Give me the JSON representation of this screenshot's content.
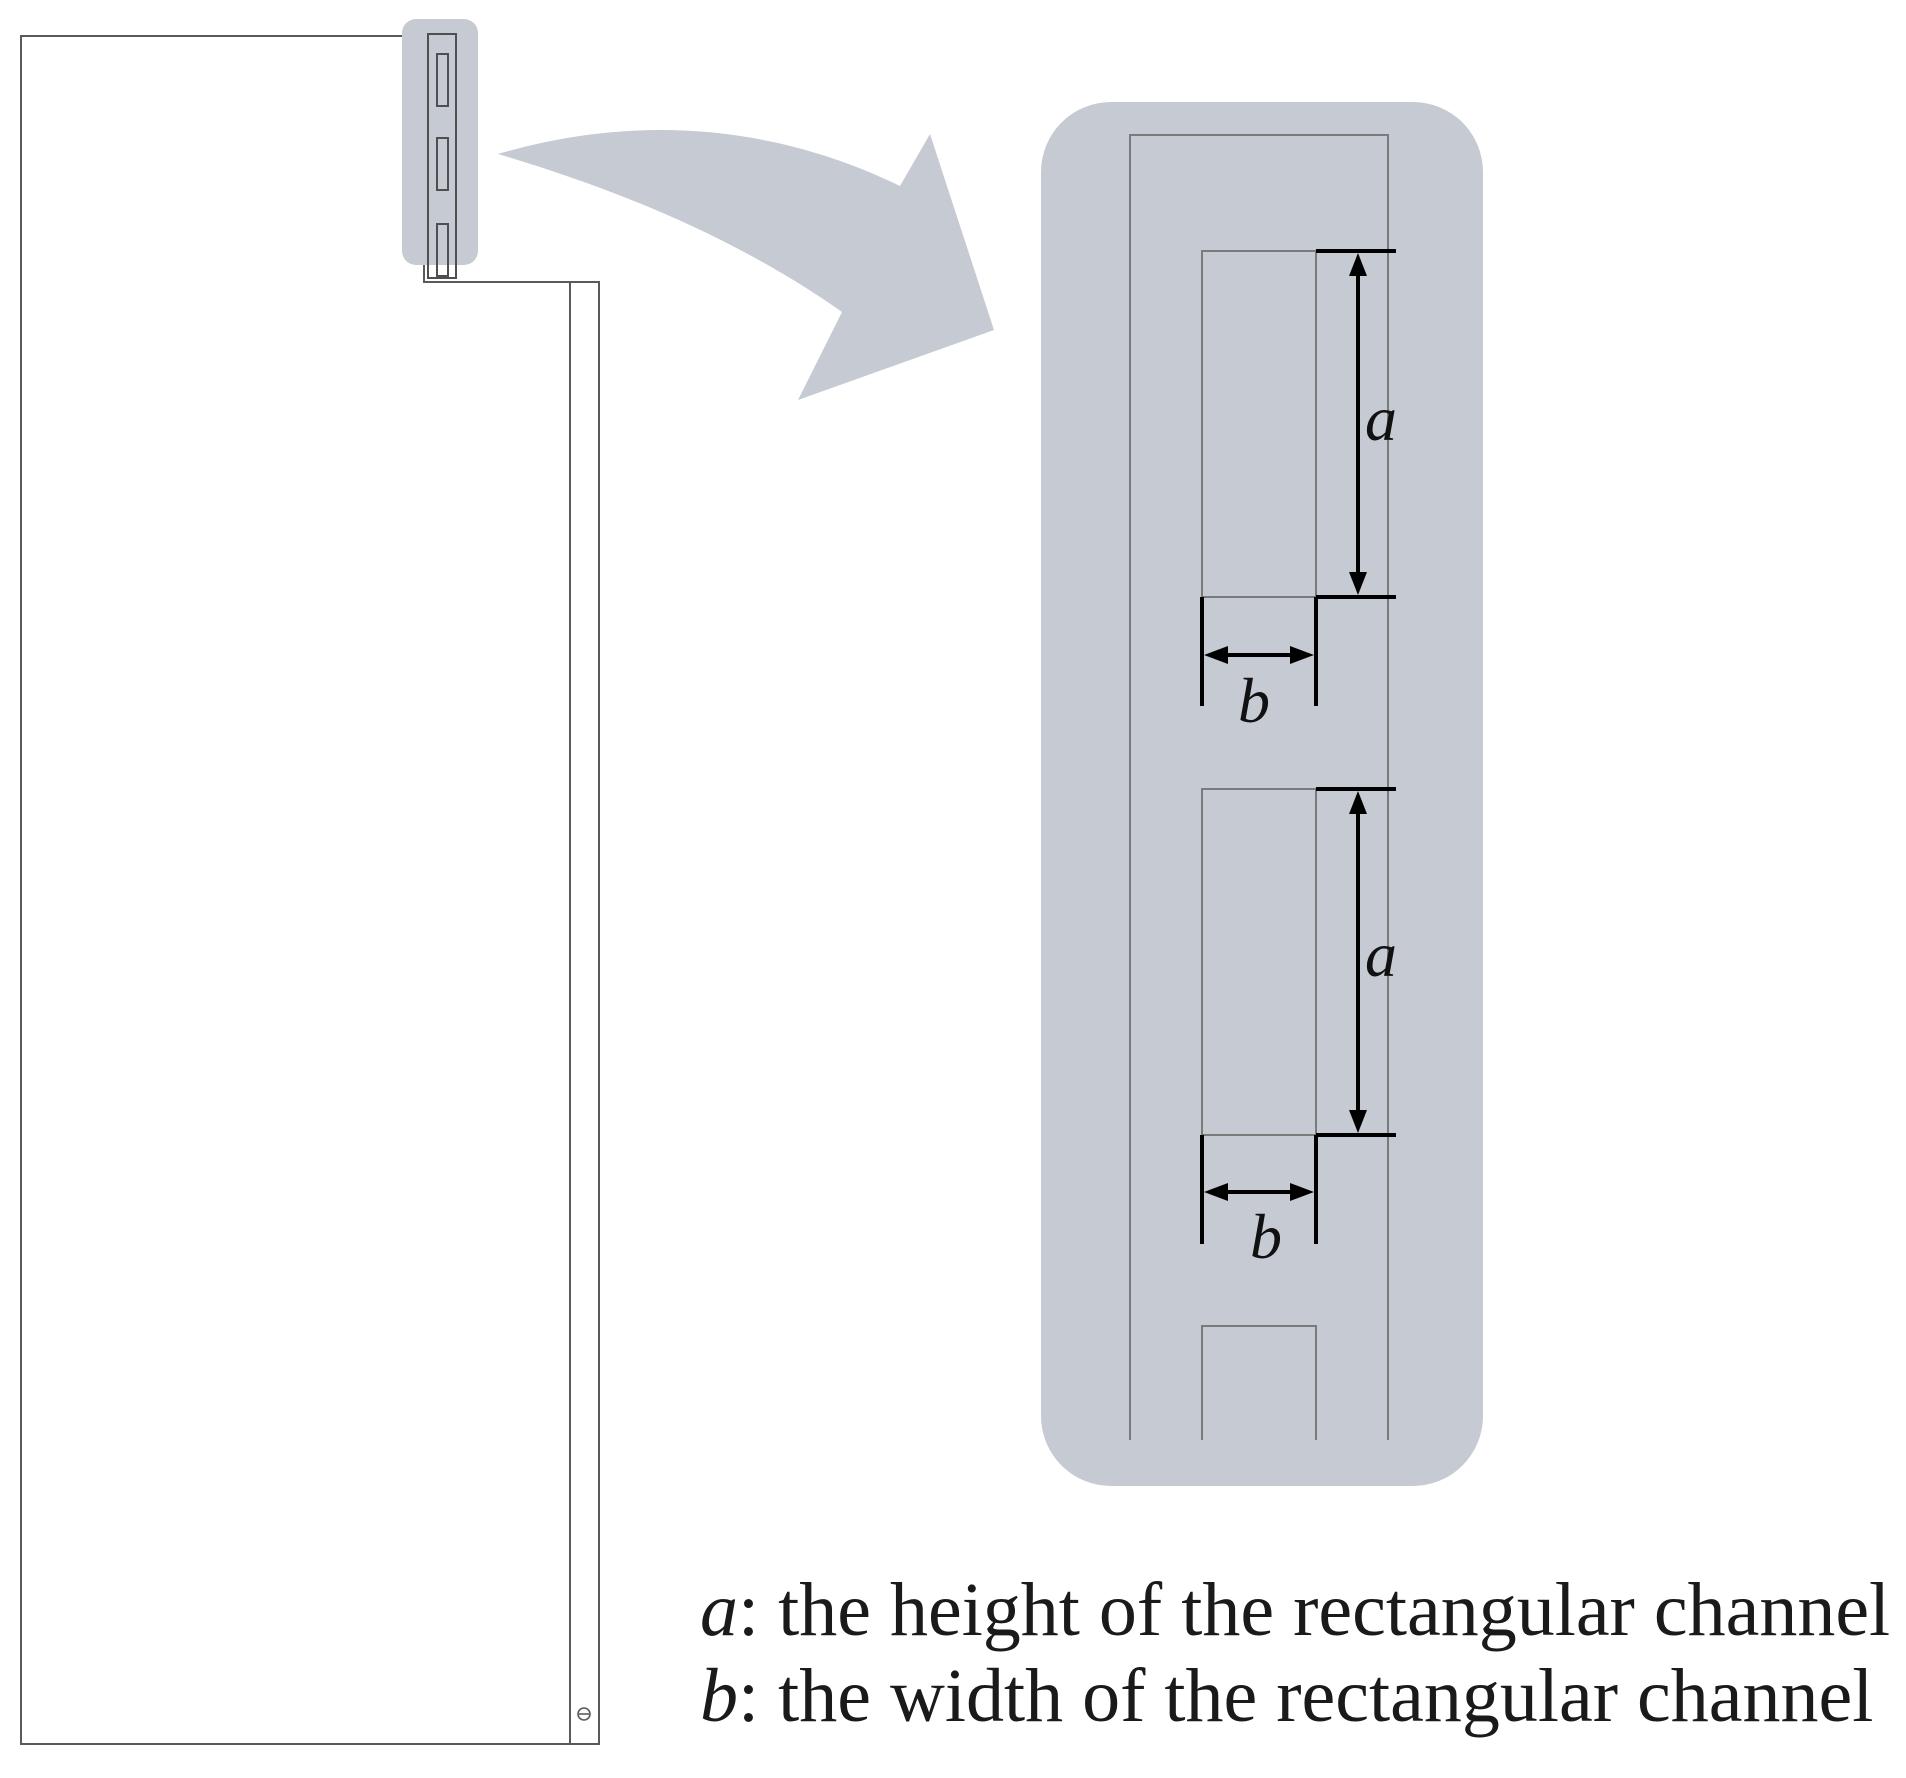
{
  "labels": {
    "height_symbol": "a",
    "width_symbol": "b"
  },
  "legend": [
    {
      "symbol": "a",
      "text": ": the height of the rectangular channel"
    },
    {
      "symbol": "b",
      "text": ": the width of the rectangular channel"
    }
  ],
  "colors": {
    "highlight": "#c6cad3",
    "line": "#6e6e6e",
    "dimension": "#000000"
  }
}
